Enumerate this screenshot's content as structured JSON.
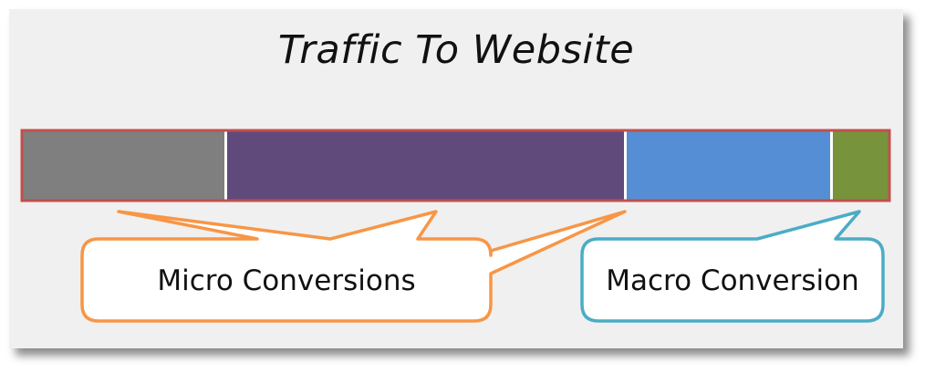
{
  "title": "Traffic To Website",
  "callouts": {
    "micro": "Micro Conversions",
    "macro": "Macro Conversion"
  },
  "colors": {
    "bar_border": "#c0504d",
    "segment_gray": "#7f7f7f",
    "segment_purple": "#604a7b",
    "segment_blue": "#558ed5",
    "segment_green": "#77933c",
    "micro_callout": "#f79646",
    "macro_callout": "#4bacc6"
  }
}
